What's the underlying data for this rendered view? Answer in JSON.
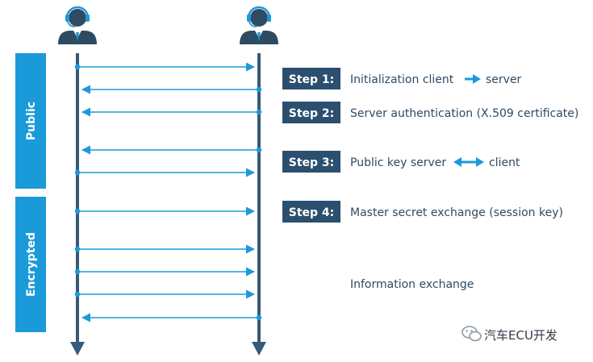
{
  "colors": {
    "band": "#1a9ad9",
    "badge": "#2b4f6e",
    "arrow": "#1a9ad9",
    "timeline": "#365a78",
    "person": "#2f4a63",
    "text": "#2f4a63"
  },
  "bands": {
    "public": "Public",
    "encrypted": "Encrypted"
  },
  "steps": [
    {
      "badge": "Step 1:",
      "before": "Initialization client",
      "arrow": "right-arrow-icon",
      "after": "server"
    },
    {
      "badge": "Step 2:",
      "before": "Server authentication (X.509 certificate)"
    },
    {
      "badge": "Step 3:",
      "before": "Public key server",
      "arrow": "double-arrow-icon",
      "after": "client"
    },
    {
      "badge": "Step 4:",
      "before": "Master secret exchange (session key)"
    }
  ],
  "info": "Information exchange",
  "messages": [
    "right",
    "left",
    "left",
    "left",
    "right",
    "right",
    "right",
    "right",
    "right",
    "left"
  ],
  "icons": {
    "client": "headset-person-icon",
    "server": "headset-person-icon"
  },
  "watermark": {
    "text": "汽车ECU开发",
    "icon": "wechat-icon"
  }
}
